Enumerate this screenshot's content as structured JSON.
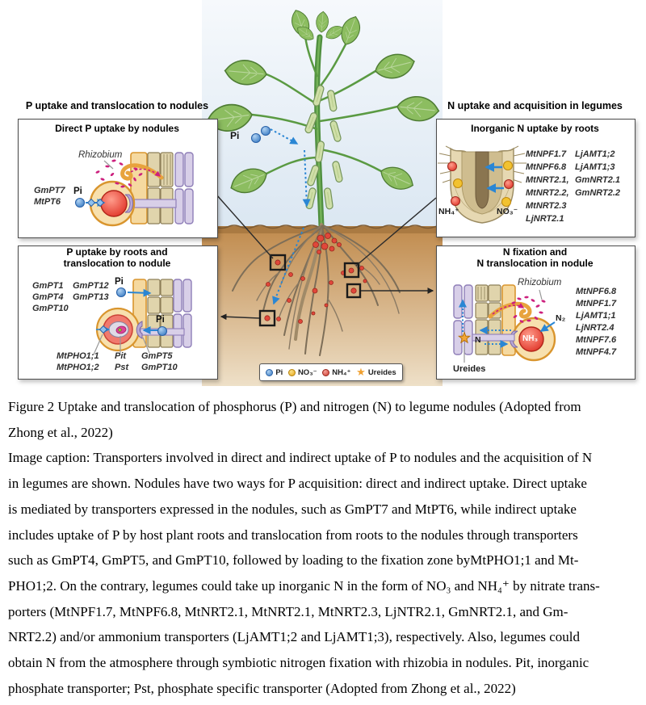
{
  "figure": {
    "scene": {
      "pi_label": "Pi"
    },
    "legend": {
      "items": [
        {
          "icon": "pi-dot",
          "label": "Pi"
        },
        {
          "icon": "no3-dot",
          "label": "NO₃⁻"
        },
        {
          "icon": "nh4-dot",
          "label": "NH₄⁺"
        },
        {
          "icon": "ureides-star",
          "label": "Ureides"
        }
      ]
    },
    "panels": {
      "tl": {
        "section_title": "P uptake and translocation to nodules",
        "title": "Direct P uptake by nodules",
        "rhizobium": "Rhizobium",
        "pi": "Pi",
        "genes": [
          "GmPT7",
          "MtPT6"
        ]
      },
      "tr": {
        "section_title": "N uptake and acquisition in legumes",
        "title": "Inorganic N uptake by roots",
        "genes_col1": [
          "MtNPF1.7",
          "MtNPF6.8",
          "MtNRT2.1,",
          "MtNRT2.2,",
          "MtNRT2.3",
          "LjNRT2.1"
        ],
        "genes_col2": [
          "LjAMT1;2",
          "LjAMT1;3",
          "GmNRT2.1",
          "GmNRT2.2"
        ],
        "nh4": "NH₄⁺",
        "no3": "NO₃⁻"
      },
      "bl": {
        "title_line1": "P uptake by roots and",
        "title_line2": "translocation to nodule",
        "genes_col1": [
          "GmPT1",
          "GmPT4",
          "GmPT10"
        ],
        "genes_col2": [
          "GmPT12",
          "GmPT13"
        ],
        "pi_top": "Pi",
        "pi_right": "Pi",
        "below_col1": [
          "MtPHO1;1",
          "MtPHO1;2"
        ],
        "below_col2": [
          "Pit",
          "Pst"
        ],
        "below_col3": [
          "GmPT5",
          "GmPT10"
        ]
      },
      "br": {
        "title_line1": "N fixation and",
        "title_line2": "N translocation in nodule",
        "rhizobium": "Rhizobium",
        "genes": [
          "MtNPF6.8",
          "MtNPF1.7",
          "LjAMT1;1",
          "LjNRT2.4",
          "MtNPF7.6",
          "MtNPF4.7"
        ],
        "n2": "N₂",
        "nh3": "NH₃",
        "n": "N",
        "ureides": "Ureides"
      }
    },
    "colors": {
      "pi_blue": "#3a7cc4",
      "no3_yellow": "#f2c230",
      "nh4_red": "#d0453a",
      "ureide_orange": "#f0a132",
      "rhizobium_magenta": "#cc1f7d",
      "nodule_orange": "#d9952e",
      "vascular_purple": "#8f7fb8",
      "cell_beige": "#e0d4ac",
      "soil_brown": "#c3914f",
      "sky_blue": "#dde9f3"
    }
  },
  "caption": {
    "lines": [
      "Figure 2 Uptake and translocation of phosphorus (P) and nitrogen (N) to legume nodules (Adopted from",
      "Zhong et al., 2022)",
      "Image caption: Transporters involved in direct and indirect uptake of P to nodules and the acquisition of N",
      "in legumes are shown. Nodules have two ways for P acquisition: direct and indirect uptake. Direct uptake",
      "is mediated by transporters expressed in the nodules, such as GmPT7 and MtPT6, while indirect uptake",
      "includes uptake of P by host plant roots and translocation from roots to the nodules through transporters",
      "such as GmPT4, GmPT5, and GmPT10, followed by loading to the fixation zone byMtPHO1;1 and Mt-",
      "PHO1;2. On the contrary, legumes could take up inorganic N in the form of NO₃ and NH₄⁺ by nitrate trans-",
      "porters (MtNPF1.7, MtNPF6.8, MtNRT2.1, MtNRT2.1, MtNRT2.3, LjNTR2.1, GmNRT2.1, and Gm-",
      "NRT2.2) and/or ammonium transporters (LjAMT1;2 and LjAMT1;3), respectively. Also, legumes could",
      "obtain N from the atmosphere through symbiotic nitrogen fixation with rhizobia in nodules. Pit, inorganic",
      "phosphate transporter; Pst, phosphate specific transporter (Adopted from Zhong et al., 2022)"
    ]
  }
}
